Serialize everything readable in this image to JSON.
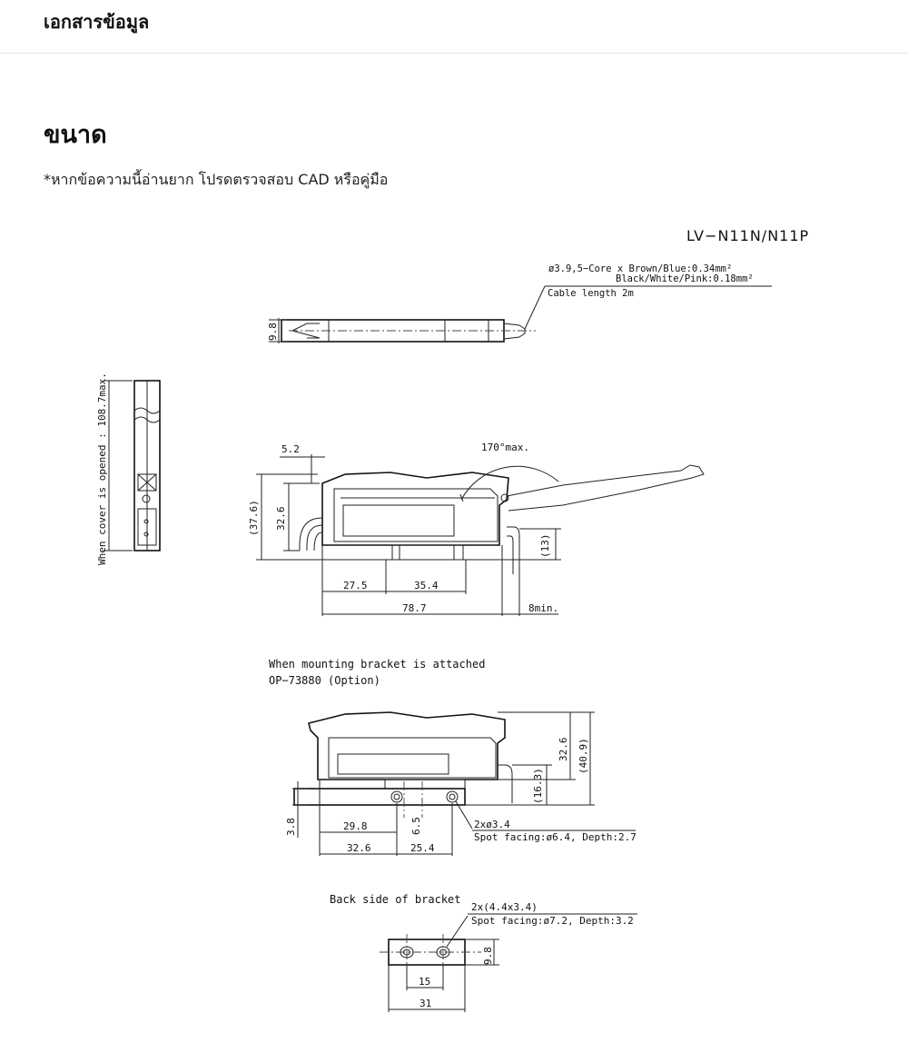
{
  "header": {
    "title": "เอกสารข้อมูล"
  },
  "section": {
    "title": "ขนาด",
    "note": "*หากข้อความนี้อ่านยาก โปรดตรวจสอบ CAD หรือคู่มือ"
  },
  "drawing": {
    "model": "LV−N11N/N11P",
    "top_view": {
      "cable_spec_1": "ø3.9,5−Core x Brown/Blue:0.34mm²",
      "cable_spec_2": "Black/White/Pink:0.18mm²",
      "cable_length": "Cable length 2m",
      "height": "9.8"
    },
    "side_view": {
      "cover_note": "When cover is opened : 108.7max.",
      "angle": "170°max.",
      "dim_5_2": "5.2",
      "dim_37_6": "(37.6)",
      "dim_32_6": "32.6",
      "dim_13": "(13)",
      "dim_27_5": "27.5",
      "dim_35_4": "35.4",
      "dim_78_7": "78.7",
      "dim_8min": "8min."
    },
    "bracket_view": {
      "caption_1": "When mounting bracket is attached",
      "caption_2": "OP−73880 (Option)",
      "dim_32_6": "32.6",
      "dim_40_9": "(40.9)",
      "dim_16_3": "(16.3)",
      "dim_3_8": "3.8",
      "dim_29_8": "29.8",
      "dim_6_5": "6.5",
      "dim_32_6b": "32.6",
      "dim_25_4": "25.4",
      "hole_1": "2xø3.4",
      "hole_2": "Spot facing:ø6.4, Depth:2.7"
    },
    "back_view": {
      "caption": "Back side of bracket",
      "hole_1": "2x(4.4x3.4)",
      "hole_2": "Spot facing:ø7.2, Depth:3.2",
      "dim_9_8": "9.8",
      "dim_15": "15",
      "dim_31": "31"
    }
  }
}
